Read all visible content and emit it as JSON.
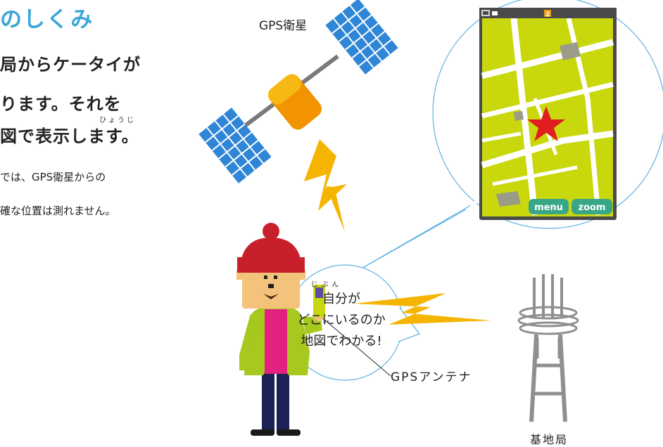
{
  "heading": {
    "title": "のしくみ",
    "line1": "局からケータイが",
    "line2": "ります。それを",
    "line3": "図で表示します。",
    "ruby": "ひょうじ"
  },
  "note": {
    "line1": "では、GPS衛星からの",
    "line2": "確な位置は測れません。"
  },
  "labels": {
    "satellite": "GPS衛星",
    "antenna": "GPSアンテナ",
    "station": "基地局"
  },
  "bubble": {
    "ruby": "じぶん",
    "line1": "自分が",
    "line2": "どこにいるのか",
    "line3": "地図でわかる!"
  },
  "phone": {
    "status_badge": "2",
    "menu_label": "menu",
    "zoom_label": "zoom"
  },
  "colors": {
    "title_blue": "#3ba6d8",
    "bolt_orange": "#f5b400",
    "map_green": "#c9d70d",
    "solar_blue": "#2f86d6",
    "hat_red": "#c8202a",
    "star_red": "#e11d1d",
    "button_teal": "#3aa688"
  }
}
